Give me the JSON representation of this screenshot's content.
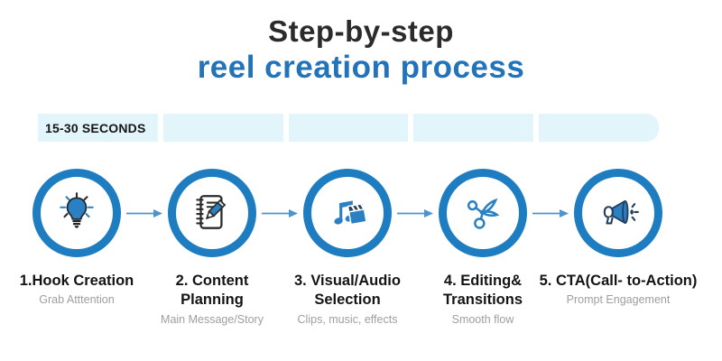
{
  "title": {
    "line1": "Step-by-step",
    "line2": "reel creation process"
  },
  "timeline": {
    "duration_label": "15-30 SECONDS",
    "segment_count": 5
  },
  "steps": [
    {
      "icon": "lightbulb-icon",
      "label_lines": [
        "1.Hook Creation"
      ],
      "sublabel": "Grab Atttention"
    },
    {
      "icon": "notepad-pencil-icon",
      "label_lines": [
        "2. Content",
        "Planning"
      ],
      "sublabel": "Main Message/Story"
    },
    {
      "icon": "music-clapperboard-icon",
      "label_lines": [
        "3. Visual/Audio",
        "Selection"
      ],
      "sublabel": "Clips, music, effects"
    },
    {
      "icon": "scissors-icon",
      "label_lines": [
        "4. Editing&",
        "Transitions"
      ],
      "sublabel": "Smooth flow"
    },
    {
      "icon": "megaphone-icon",
      "label_lines": [
        "5. CTA(Call- to-Action)"
      ],
      "sublabel": "Prompt Engagement"
    }
  ],
  "colors": {
    "title_dark": "#2b2b2b",
    "title_blue": "#2273b9",
    "circle_blue": "#1e7dc1",
    "icon_blue": "#2a80c2",
    "bar_light_blue": "#e2f5fa",
    "arrow_blue": "#4a94cf",
    "sublabel_gray": "#9e9e9e"
  }
}
